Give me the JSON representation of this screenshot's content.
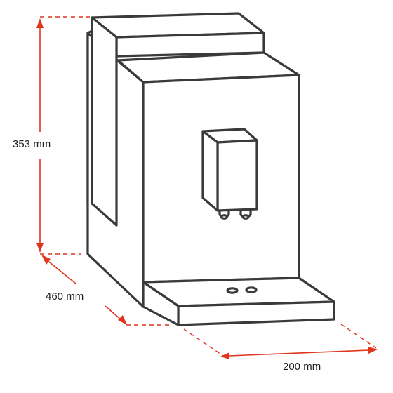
{
  "dimensions": {
    "height_label": "353 mm",
    "depth_label": "460 mm",
    "width_label": "200 mm"
  },
  "colors": {
    "outline": "#3a3a3a",
    "dimension": "#e1341e",
    "text": "#1e1e1e",
    "background": "#ffffff"
  }
}
